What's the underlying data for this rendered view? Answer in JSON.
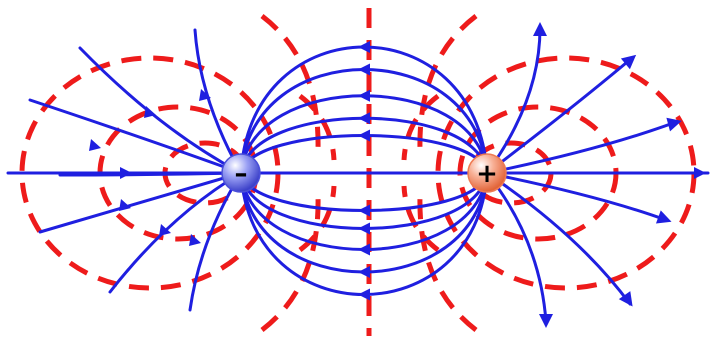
{
  "charges": [
    {
      "id": "negative",
      "sign": "–",
      "color": "#4a4fd8"
    },
    {
      "id": "positive",
      "sign": "+",
      "color": "#ee7a52"
    }
  ],
  "colors": {
    "field_line": "#1f1fe0",
    "equipotential": "#ee1b1b",
    "background": "#ffffff"
  },
  "icons": {
    "arrowhead": "field-direction-arrow"
  }
}
